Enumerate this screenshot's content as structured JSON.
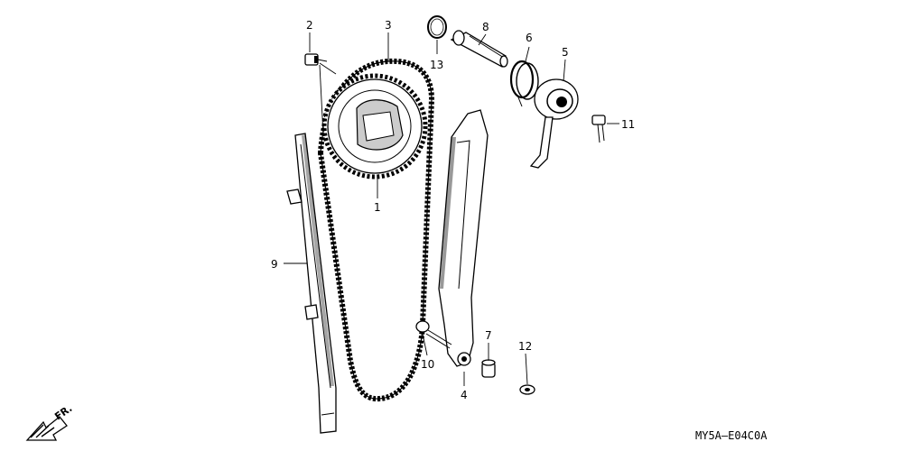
{
  "callouts": [
    {
      "id": "1",
      "label": "1"
    },
    {
      "id": "2",
      "label": "2"
    },
    {
      "id": "3",
      "label": "3"
    },
    {
      "id": "4",
      "label": "4"
    },
    {
      "id": "5",
      "label": "5"
    },
    {
      "id": "6",
      "label": "6"
    },
    {
      "id": "7",
      "label": "7"
    },
    {
      "id": "8",
      "label": "8"
    },
    {
      "id": "9",
      "label": "9"
    },
    {
      "id": "10",
      "label": "10"
    },
    {
      "id": "11",
      "label": "11"
    },
    {
      "id": "12",
      "label": "12"
    },
    {
      "id": "13",
      "label": "13"
    }
  ],
  "direction_label": "FR.",
  "diagram_code": "MY5A—E04C0A"
}
